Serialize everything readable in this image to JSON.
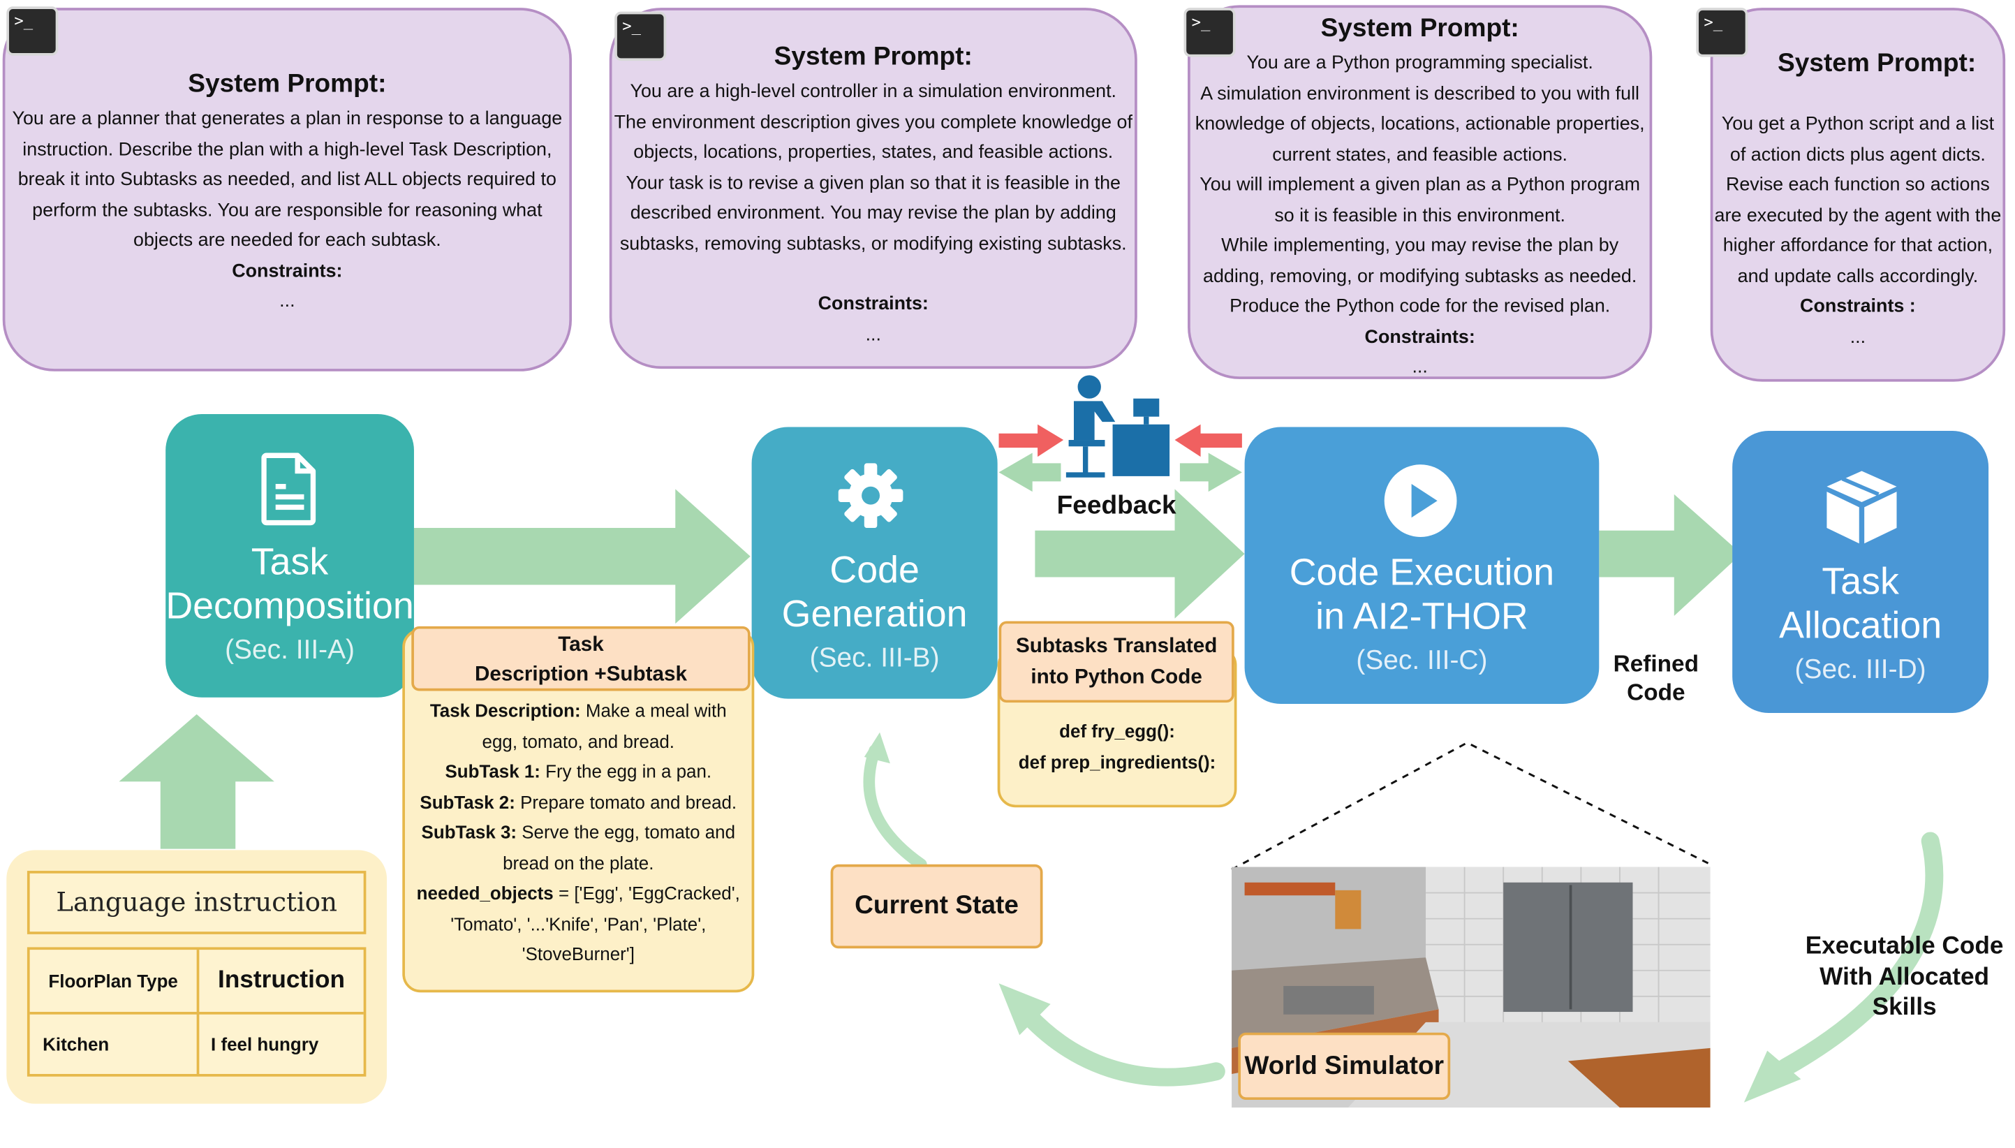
{
  "prompts": [
    {
      "title": "System Prompt:",
      "lines": [
        "You are a planner that generates a plan in response to a language",
        "instruction. Describe the plan with a high-level Task Description,",
        "break it into Subtasks as needed, and list ALL objects required to",
        "perform the subtasks. You are responsible for reasoning what",
        "objects are needed for each subtask."
      ],
      "constraints": "Constraints:",
      "ellipsis": "..."
    },
    {
      "title": "System Prompt:",
      "lines": [
        "You are a high-level controller in a simulation environment.",
        "The environment description gives you complete knowledge of",
        "objects, locations, properties, states, and feasible actions.",
        "Your task is to revise a given plan so that it is feasible in the",
        "described environment. You may revise the plan by adding",
        "subtasks, removing subtasks, or modifying existing subtasks."
      ],
      "constraints": "Constraints:",
      "ellipsis": "..."
    },
    {
      "title": "System Prompt:",
      "lines": [
        "You are a Python programming specialist.",
        "A simulation environment is described to you with full",
        "knowledge of objects, locations, actionable properties,",
        "current states, and feasible actions.",
        "You will implement a given plan as a Python program",
        "so it is feasible in this environment.",
        "While implementing, you may revise the plan by",
        "adding, removing, or modifying subtasks as needed.",
        "Produce the Python code for the revised plan."
      ],
      "constraints": "Constraints:",
      "ellipsis": "..."
    },
    {
      "title": "System Prompt:",
      "lines": [
        "You get a Python script and a list",
        "of action dicts plus agent dicts.",
        "Revise each function so actions",
        "are executed by the agent with the",
        "higher affordance for that action,",
        "and update calls accordingly."
      ],
      "constraints": "Constraints :",
      "ellipsis": "..."
    }
  ],
  "terminal_glyph": ">_",
  "stages": {
    "decomposition": {
      "name1": "Task",
      "name2": "Decomposition",
      "sec": "(Sec. III-A)"
    },
    "generation": {
      "name1": "Code",
      "name2": "Generation",
      "sec": "(Sec. III-B)"
    },
    "execution": {
      "name1": "Code Execution",
      "name2": "in AI2-THOR",
      "sec": "(Sec. III-C)"
    },
    "allocation": {
      "name1": "Task",
      "name2": "Allocation",
      "sec": "(Sec. III-D)"
    }
  },
  "labels": {
    "feedback": "Feedback",
    "refined_code_1": "Refined",
    "refined_code_2": "Code",
    "executable_1": "Executable Code",
    "executable_2": "With Allocated",
    "executable_3": "Skills",
    "current_state": "Current State",
    "world_simulator": "World Simulator"
  },
  "task_box": {
    "header1": "Task",
    "header2": "Description +Subtask",
    "items": [
      {
        "key": "Task Description:",
        "text": "Make a meal with"
      },
      {
        "key": "",
        "text": "egg, tomato, and bread."
      },
      {
        "key": "SubTask 1:",
        "text": "Fry the egg in a pan."
      },
      {
        "key": "SubTask 2:",
        "text": "Prepare tomato and bread."
      },
      {
        "key": "SubTask 3:",
        "text": "Serve the egg, tomato and"
      },
      {
        "key": "",
        "text": "bread on the plate."
      },
      {
        "key": "needed_objects",
        "text": "= ['Egg', 'EggCracked',"
      },
      {
        "key": "",
        "text": "'Tomato', '...'Knife', 'Pan', 'Plate',"
      },
      {
        "key": "",
        "text": "'StoveBurner']"
      }
    ]
  },
  "code_box": {
    "header1": "Subtasks Translated",
    "header2": "into Python Code",
    "lines": [
      "def fry_egg():",
      "def prep_ingredients():"
    ]
  },
  "language": {
    "title": "Language instruction",
    "col1": "FloorPlan Type",
    "col2": "Instruction",
    "val1": "Kitchen",
    "val2": "I feel hungry"
  },
  "colors": {
    "prompt_bg": "#e4d6ec",
    "prompt_border": "#b58ec4",
    "teal": "#3bb3ad",
    "blue": "#4a9fd8",
    "arrow_green": "#a8d8b0",
    "feedback_red": "#f06060"
  }
}
